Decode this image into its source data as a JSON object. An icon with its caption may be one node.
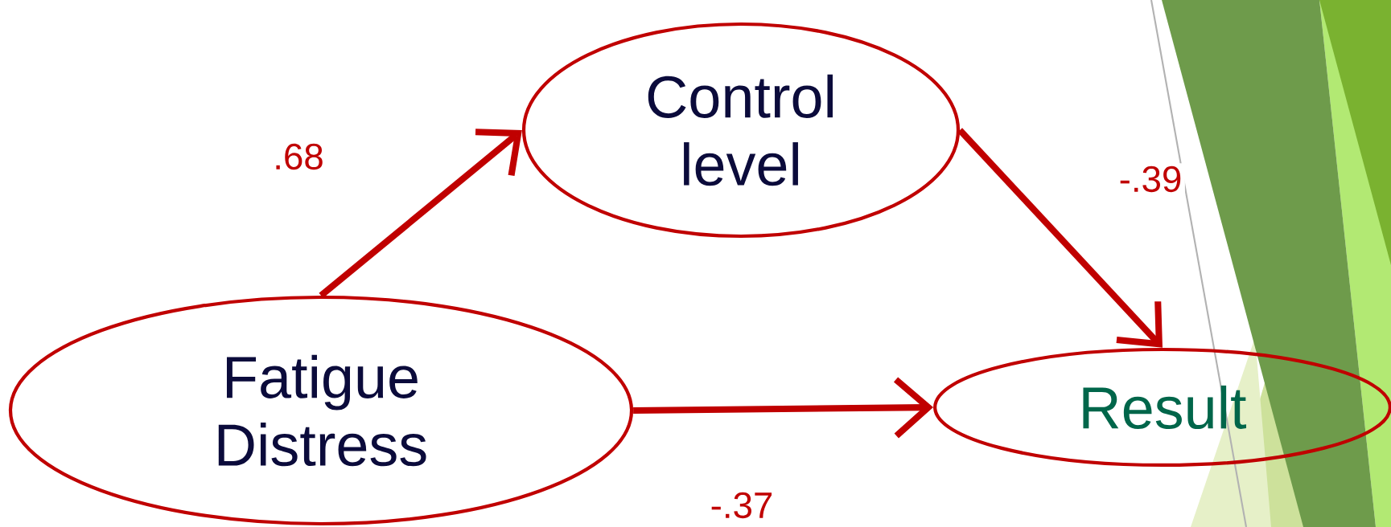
{
  "diagram": {
    "nodes": [
      {
        "text": [
          "Control level"
        ]
      },
      {
        "text": [
          "Fatigue Distress"
        ]
      },
      {
        "text": [
          "Result"
        ]
      }
    ],
    "edges": [
      {
        "from": 1,
        "to": 0,
        "arrow": "to",
        "label": ".68"
      },
      {
        "from": 0,
        "to": 2,
        "arrow": "to",
        "label": "-.39"
      },
      {
        "from": 1,
        "to": 2,
        "arrow": "to",
        "label": "-.37"
      }
    ]
  }
}
